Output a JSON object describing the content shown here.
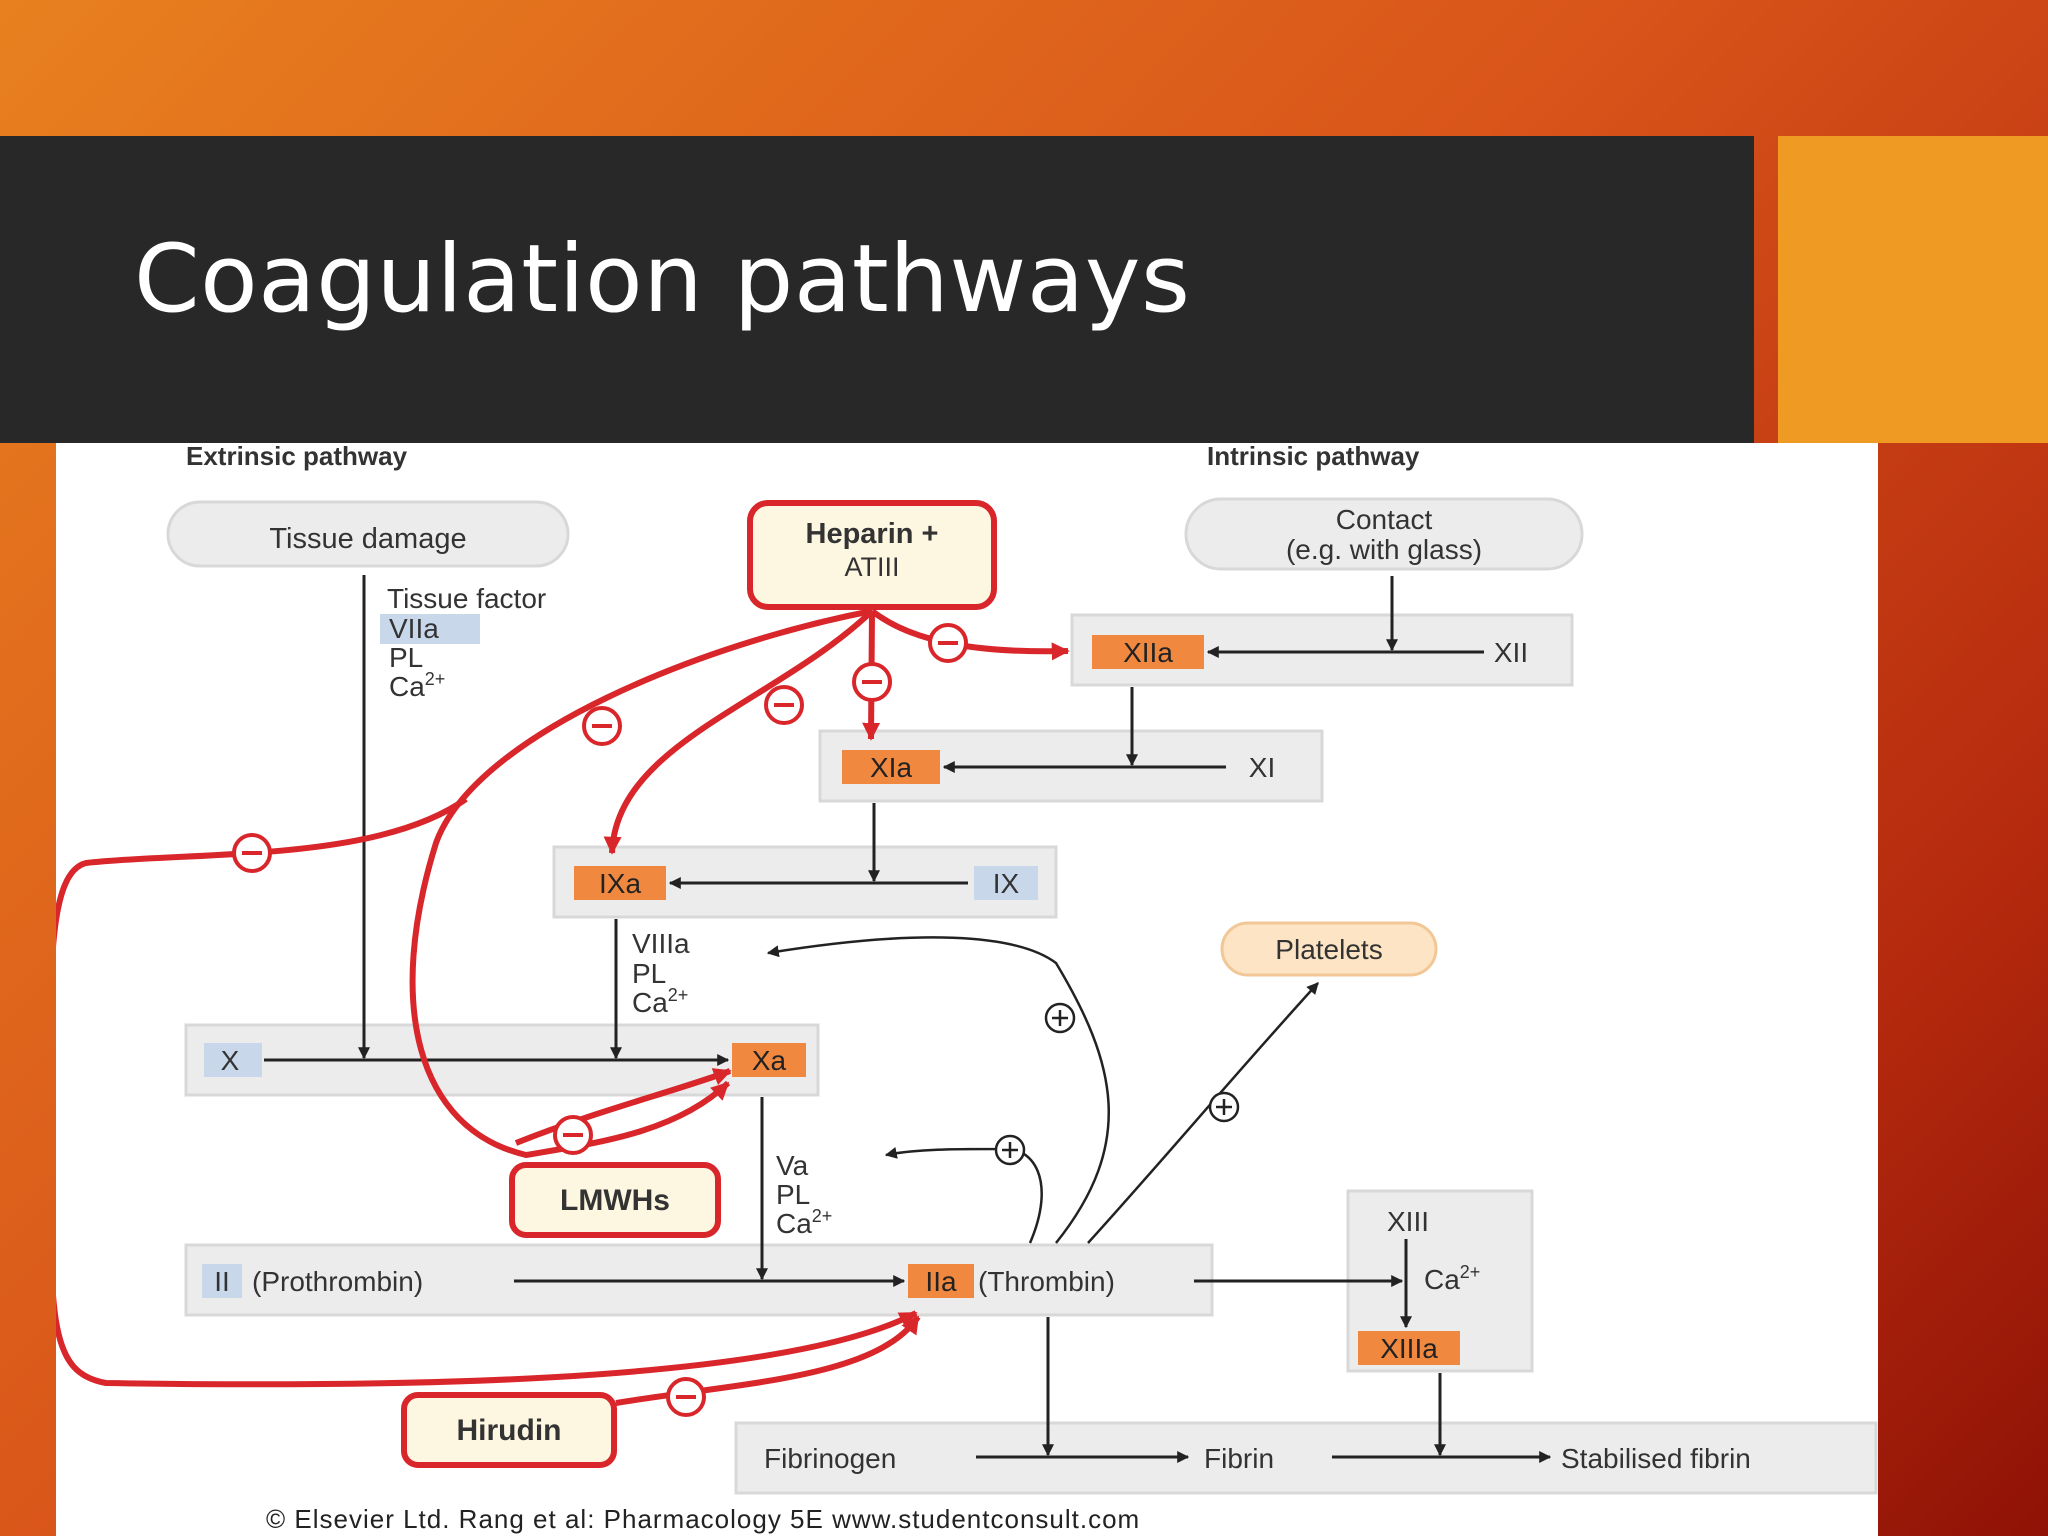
{
  "slide": {
    "title": "Coagulation pathways",
    "colors": {
      "title_bar": "#282828",
      "accent": "#ef9a22",
      "inhibit": "#d8262b",
      "active_factor": "#f08840",
      "inactive_factor": "#c8d8ea"
    }
  },
  "diagram": {
    "extrinsic_label": "Extrinsic pathway",
    "intrinsic_label": "Intrinsic pathway",
    "tissue_damage": "Tissue damage",
    "contact_line1": "Contact",
    "contact_line2": "(e.g. with glass)",
    "heparin_line1": "Heparin +",
    "heparin_line2": "ATIII",
    "tissue_factor": "Tissue factor",
    "viia": "VIIa",
    "pl": "PL",
    "ca": "Ca",
    "ca_sup": "2+",
    "xiia": "XIIa",
    "xii": "XII",
    "xia": "XIa",
    "xi": "XI",
    "ixa": "IXa",
    "ix": "IX",
    "viiia": "VIIIa",
    "platelets": "Platelets",
    "x": "X",
    "xa": "Xa",
    "va": "Va",
    "lmwhs": "LMWHs",
    "ii": "II",
    "prothrombin": "(Prothrombin)",
    "iia": "IIa",
    "thrombin": "(Thrombin)",
    "xiii": "XIII",
    "xiiia": "XIIIa",
    "hirudin": "Hirudin",
    "fibrinogen": "Fibrinogen",
    "fibrin": "Fibrin",
    "stabilised_fibrin": "Stabilised fibrin",
    "copyright": "© Elsevier Ltd. Rang et al: Pharmacology 5E www.studentconsult.com"
  }
}
